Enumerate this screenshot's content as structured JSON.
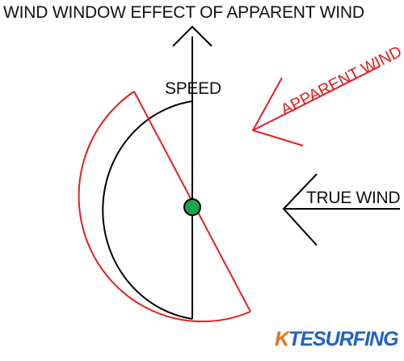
{
  "diagram": {
    "title": "WIND WINDOW EFFECT OF APPARENT WIND",
    "speed_label": "SPEED",
    "true_wind_label": "TRUE WIND",
    "apparent_wind_label": "APPARENT WIND"
  },
  "logo": {
    "text_k": "K",
    "text_rest": "TESURFING",
    "brand_colors": [
      "#e8711a",
      "#1e63c6"
    ]
  },
  "colors": {
    "true_window": "#000000",
    "apparent_window": "#e02020",
    "kite_marker": "#1aa34a"
  }
}
